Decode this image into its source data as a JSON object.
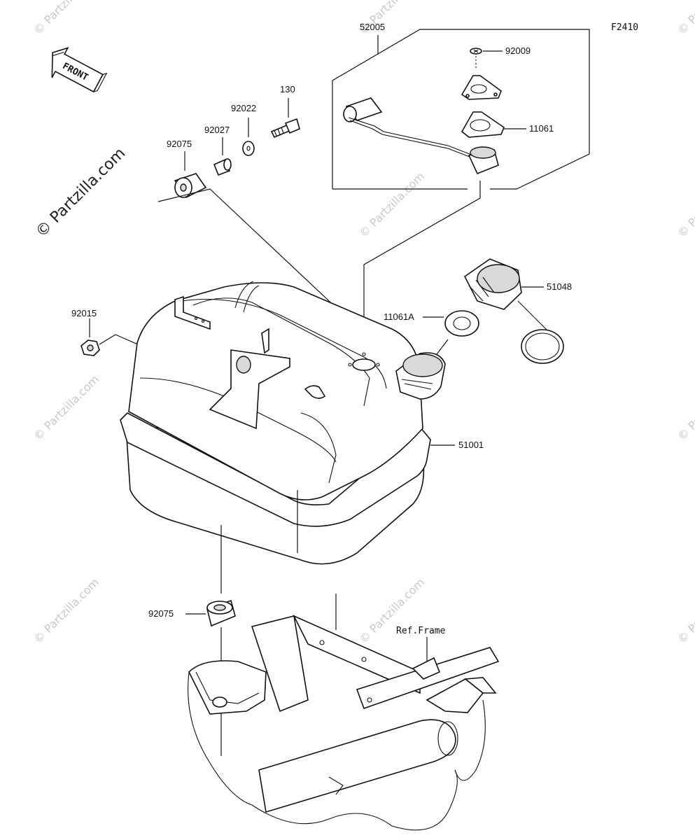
{
  "diagram_code": "F2410",
  "front_label": "FRONT",
  "watermark": "© Partzilla.com",
  "callouts": {
    "p52005": "52005",
    "p92009": "92009",
    "p11061": "11061",
    "p130": "130",
    "p92022": "92022",
    "p92027": "92027",
    "p92075_top": "92075",
    "p51048": "51048",
    "p11061A": "11061A",
    "p92015": "92015",
    "p51001": "51001",
    "p92075_bottom": "92075",
    "ref_frame": "Ref.Frame"
  },
  "colors": {
    "line": "#111111",
    "watermark": "#c9c9c9",
    "shade": "#d9d9d9"
  }
}
